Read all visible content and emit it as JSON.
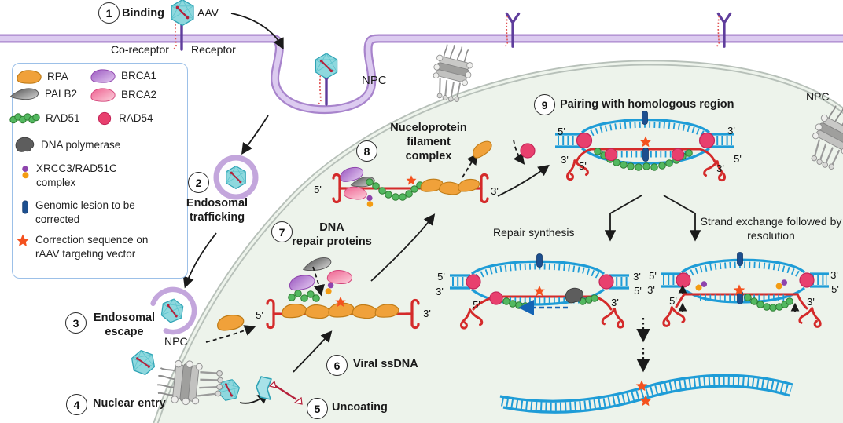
{
  "steps": [
    {
      "num": "1",
      "label": "Binding"
    },
    {
      "num": "2",
      "label": "Endosomal\ntrafficking"
    },
    {
      "num": "3",
      "label": "Endosomal\nescape"
    },
    {
      "num": "4",
      "label": "Nuclear entry"
    },
    {
      "num": "5",
      "label": "Uncoating"
    },
    {
      "num": "6",
      "label": "Viral ssDNA"
    },
    {
      "num": "7",
      "label": "DNA\nrepair proteins"
    },
    {
      "num": "8",
      "label": "Nuceloprotein\nfilament\ncomplex"
    },
    {
      "num": "9",
      "label": "Pairing with homologous region"
    }
  ],
  "legend": {
    "items": [
      {
        "icon": "rpa-icon",
        "label": "RPA"
      },
      {
        "icon": "brca1-icon",
        "label": "BRCA1"
      },
      {
        "icon": "palb2-icon",
        "label": "PALB2"
      },
      {
        "icon": "brca2-icon",
        "label": "BRCA2"
      },
      {
        "icon": "rad51-icon",
        "label": "RAD51"
      },
      {
        "icon": "rad54-icon",
        "label": "RAD54"
      },
      {
        "icon": "dna-polymerase-icon",
        "label": "DNA polymerase"
      },
      {
        "icon": "xrcc3-rad51c-icon",
        "label": "XRCC3/RAD51C complex"
      },
      {
        "icon": "genomic-lesion-icon",
        "label": "Genomic lesion to be corrected"
      },
      {
        "icon": "correction-star-icon",
        "label": "Correction sequence on rAAV targeting vector"
      }
    ]
  },
  "membrane": {
    "aav": "AAV",
    "co_receptor": "Co-receptor",
    "receptor": "Receptor"
  },
  "panels": {
    "repair_synthesis": "Repair synthesis",
    "strand_exchange": "Strand exchange followed by resolution"
  },
  "labels": {
    "npc": "NPC",
    "five_prime": "5'",
    "three_prime": "3'"
  },
  "colors": {
    "dna_blue": "#1e9cd7",
    "viral_red": "#d42a2a",
    "membrane_purple": "#a884cc",
    "nucleus_fill": "#edf3eb",
    "star_orange": "#f4511e",
    "lesion_blue": "#1d4f8f",
    "rpa_orange": "#f0a13a",
    "rad51_green": "#53b860",
    "rad54_pink": "#e8406e",
    "brca1_purple": "#b06cc9",
    "brca2_pink": "#f0739e",
    "palb2_gray": "#8a8a8a",
    "legend_border": "#9cc0e8",
    "receptor_purple": "#5f3d9c",
    "capsid_cyan": "#8ed8de"
  }
}
